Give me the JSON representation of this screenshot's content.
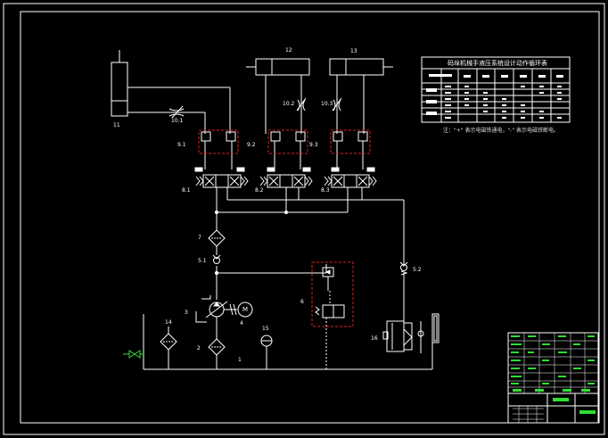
{
  "colors": {
    "background": "#000000",
    "line": "#ffffff",
    "highlight_box": "#e02020",
    "motor_symbol": "#ffffff",
    "title_block_accent": "#33dd33",
    "leak_valve": "#33dd33"
  },
  "table": {
    "title": "码垛机械手液压系统设计动作循环表",
    "note": "注：\"+\" 表示电磁铁通电，\"-\" 表示电磁铁断电。"
  },
  "components": {
    "c1": "1",
    "c2": "2",
    "c3": "3",
    "c4": "4",
    "c5_1": "5.1",
    "c5_2": "5.2",
    "c6": "6",
    "c7": "7",
    "c8_1": "8.1",
    "c8_2": "8.2",
    "c8_3": "8.3",
    "c9_1": "9.1",
    "c9_2": "9.2",
    "c9_3": "9.3",
    "c10_1": "10.1",
    "c10_2": "10.2",
    "c10_3": "10.3",
    "c11": "11",
    "c12": "12",
    "c13": "13",
    "c14": "14",
    "c15": "15",
    "c16": "16",
    "motor": "M"
  }
}
